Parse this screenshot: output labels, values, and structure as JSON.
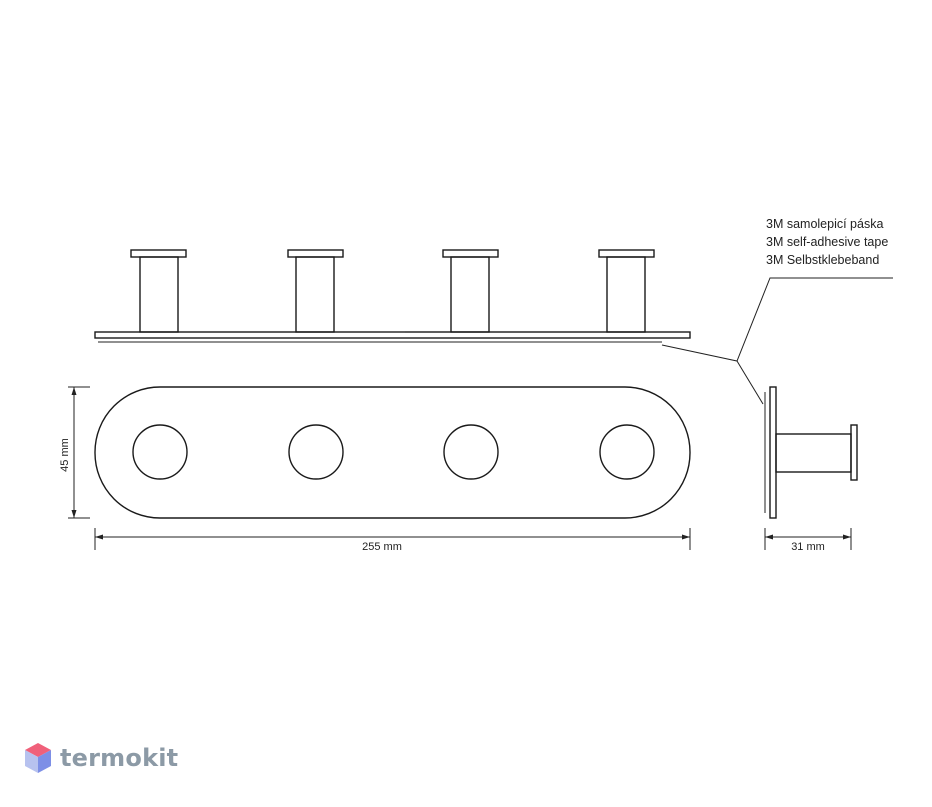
{
  "annotation": {
    "lines": [
      "3M samolepicí páska",
      "3M self-adhesive tape",
      "3M Selbstklebeband"
    ]
  },
  "dimensions": {
    "width": "255 mm",
    "height": "45 mm",
    "depth": "31 mm"
  },
  "brand": {
    "name": "termokit",
    "colors": {
      "top": "#f0607a",
      "left": "#b7c2ef",
      "right": "#7d8fe6"
    }
  },
  "hook_count": 4
}
